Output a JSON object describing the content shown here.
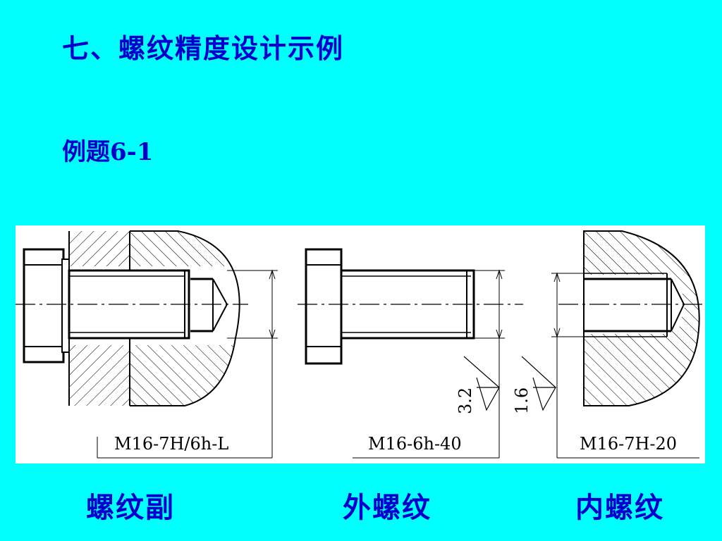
{
  "slide": {
    "title": "七、螺纹精度设计示例",
    "subtitle": "例题6-1",
    "figure": {
      "labels": {
        "assembly": "M16-7H/6h-L",
        "external": "M16-6h-40",
        "internal": "M16-7H-20",
        "roughness_external": "3.2",
        "roughness_internal": "1.6"
      }
    },
    "captions": [
      "螺纹副",
      "外螺纹",
      "内螺纹"
    ],
    "colors": {
      "background": "#00ffff",
      "text": "#0000cc",
      "drawing": "#000000"
    }
  }
}
